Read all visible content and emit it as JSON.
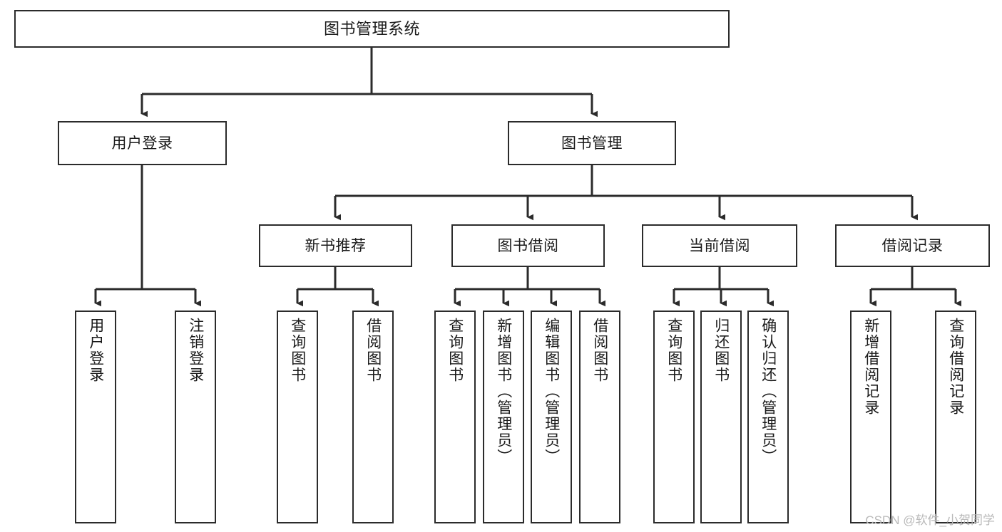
{
  "diagram": {
    "title": "图书管理系统",
    "type": "tree-hierarchy",
    "colors": {
      "border": "#2b2b2b",
      "background": "#ffffff",
      "text": "#1a1a1a",
      "connector": "#2b2b2b",
      "watermark": "#b9b9b9"
    },
    "root": {
      "label": "图书管理系统"
    },
    "level2": [
      {
        "label": "用户登录"
      },
      {
        "label": "图书管理"
      }
    ],
    "level3": [
      {
        "label": "新书推荐"
      },
      {
        "label": "图书借阅"
      },
      {
        "label": "当前借阅"
      },
      {
        "label": "借阅记录"
      }
    ],
    "leaves": {
      "user_login": [
        {
          "label": "用户登录"
        },
        {
          "label": "注销登录"
        }
      ],
      "new_book_recommend": [
        {
          "label": "查询图书"
        },
        {
          "label": "借阅图书"
        }
      ],
      "book_borrow": [
        {
          "label": "查询图书"
        },
        {
          "label": "新增图书（管理员）"
        },
        {
          "label": "编辑图书（管理员）"
        },
        {
          "label": "借阅图书"
        }
      ],
      "current_borrow": [
        {
          "label": "查询图书"
        },
        {
          "label": "归还图书"
        },
        {
          "label": "确认归还（管理员）"
        }
      ],
      "borrow_record": [
        {
          "label": "新增借阅记录"
        },
        {
          "label": "查询借阅记录"
        }
      ]
    }
  },
  "watermark": {
    "text": "CSDN @软件_小贺同学"
  }
}
